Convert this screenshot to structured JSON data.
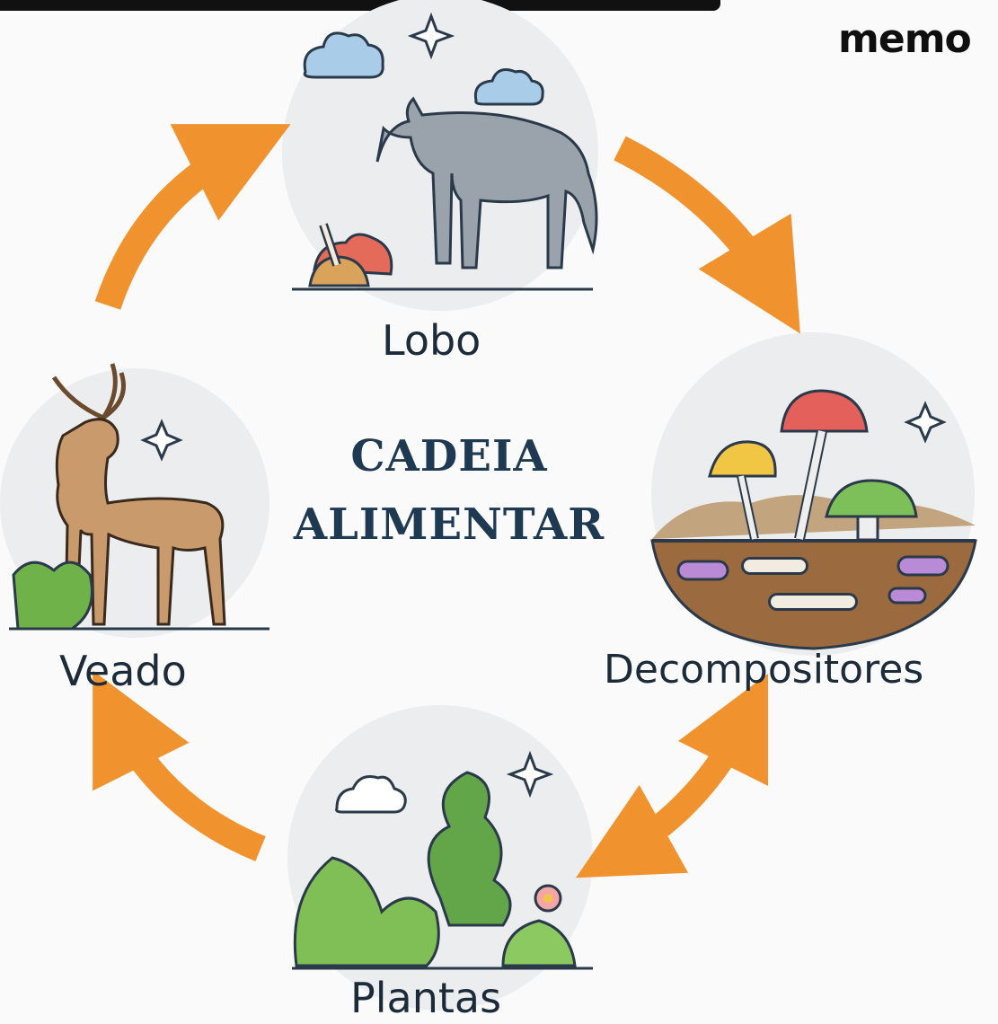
{
  "brand": {
    "logo": "memo"
  },
  "diagram": {
    "title_line1": "CADEIA",
    "title_line2": "ALIMENTAR",
    "nodes": {
      "lobo": "Lobo",
      "veado": "Veado",
      "decompositores": "Decompositores",
      "plantas": "Plantas"
    },
    "arrow_color": "#f0932e"
  }
}
